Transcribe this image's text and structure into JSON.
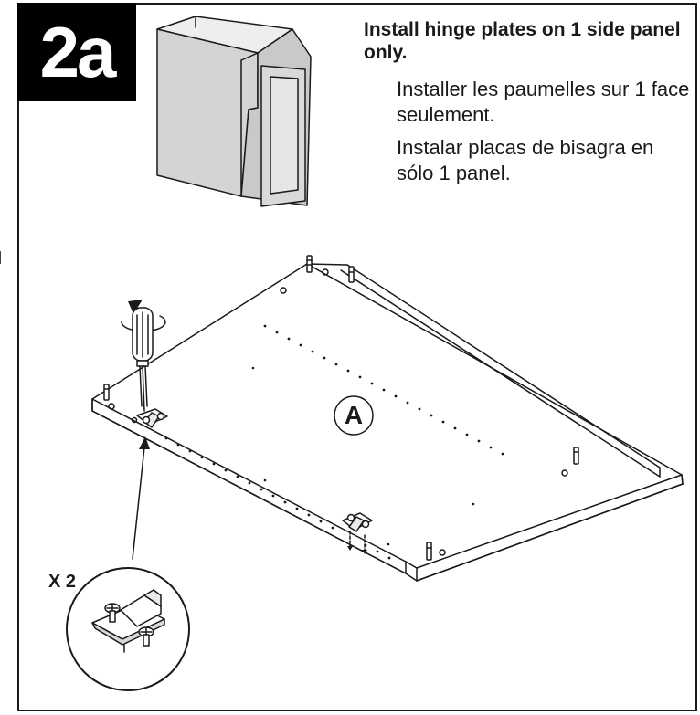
{
  "step": {
    "number": "2a"
  },
  "instructions": {
    "english": "Install hinge plates on 1 side panel only.",
    "french": "Installer les paumelles sur 1 face seulement.",
    "spanish": "Instalar placas de bisagra en sólo 1 panel."
  },
  "callouts": {
    "quantity": "X 2",
    "part_label": "A"
  },
  "colors": {
    "line": "#1a1a1a",
    "cabinet_face": "#d9d9d9",
    "cabinet_side": "#c4c4c4",
    "badge": "#000000"
  }
}
